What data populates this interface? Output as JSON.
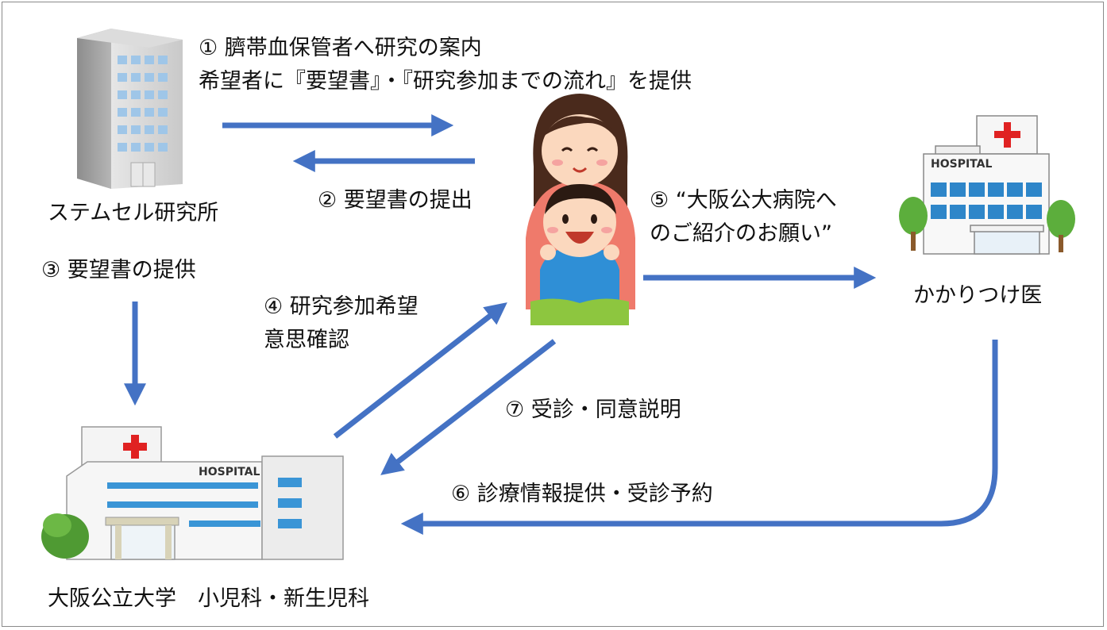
{
  "steps": {
    "s1_line1": "① 臍帯血保管者へ研究の案内",
    "s1_line2": "希望者に『要望書』・『研究参加までの流れ』を提供",
    "s2": "② 要望書の提出",
    "s3": "③ 要望書の提供",
    "s4_line1": "④ 研究参加希望",
    "s4_line2": "意思確認",
    "s5_line1": "⑤ “大阪公大病院へ",
    "s5_line2": "のご紹介のお願い”",
    "s6": "⑥ 診療情報提供・受診予約",
    "s7": "⑦ 受診・同意説明"
  },
  "nodes": {
    "stemcell": "ステムセル研究所",
    "family_doctor": "かかりつけ医",
    "university": "大阪公立大学　小児科・新生児科"
  },
  "building_signs": {
    "clinic_sign": "HOSPITAL",
    "university_sign": "HOSPITAL"
  },
  "colors": {
    "arrow": "#4472c4",
    "red_cross": "#e02222",
    "window_blue": "#2e86c9",
    "tree_green": "#5cae3c"
  }
}
